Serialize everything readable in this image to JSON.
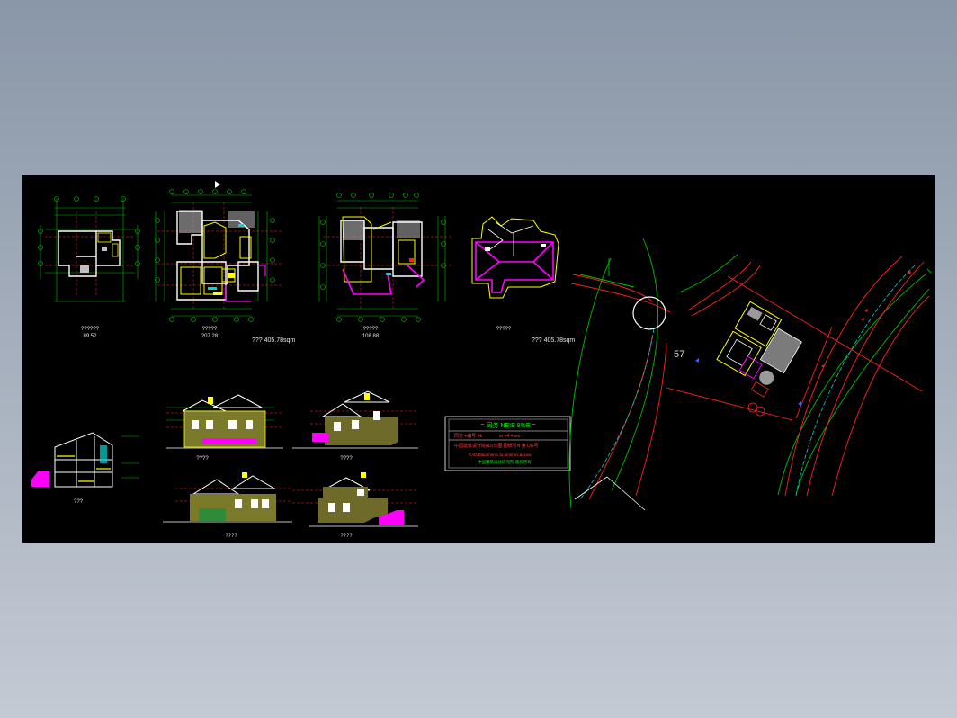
{
  "drawing": {
    "plan_labels": [
      {
        "title": "??????",
        "sub": "89.52"
      },
      {
        "title": "?????",
        "sub": "207.28"
      },
      {
        "title": "?????",
        "sub": "108.88"
      },
      {
        "title": "?????",
        "sub": ""
      }
    ],
    "area_labels": [
      "??? 405.78sqm",
      "???  405.78sqm"
    ],
    "elevation_labels": [
      "????",
      "????",
      "????",
      "????"
    ],
    "section_label": "???",
    "title_block": {
      "row1": "= 同务  NEIE 8%E  =",
      "row2a": "同务 +编号 +k",
      "row2b": "sr  +4  +ses",
      "row3": "中国建筑设计院(ID)年图  图纸号N  第 DG号",
      "row4": "CAD/Bladenen.c.tu  amenus.acsow",
      "row5": "中国建筑设计研究院 版权所有"
    },
    "lot_number": "57",
    "colors": {
      "background": "#000000",
      "dim_green": "#00d000",
      "wall_yellow": "#ffff00",
      "red_axis": "#ff2020",
      "magenta": "#ff00ff",
      "cyan": "#00d8d8",
      "white": "#ffffff"
    }
  }
}
